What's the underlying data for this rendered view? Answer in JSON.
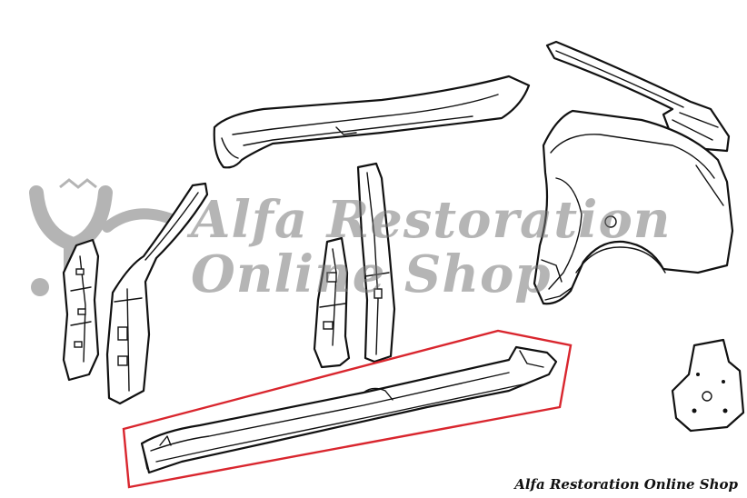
{
  "watermark": {
    "line1": "Alfa Restoration",
    "line2": "Online Shop",
    "color": "#787878"
  },
  "footer": {
    "credit": "Alfa Restoration Online Shop"
  },
  "highlight": {
    "part": "sill",
    "color": "#d9262e"
  },
  "parts": [
    "roof-rail",
    "rear-roof-gutter",
    "rear-quarter-panel",
    "a-pillar-inner",
    "a-pillar-outer",
    "b-pillar-inner",
    "b-pillar-outer",
    "sill",
    "reinforcement-plate"
  ]
}
